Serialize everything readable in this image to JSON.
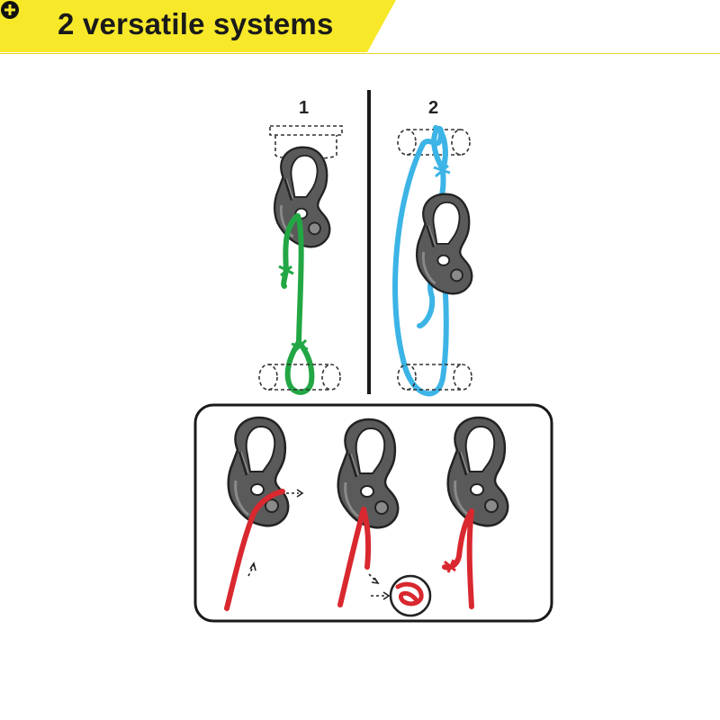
{
  "banner": {
    "title": "2 versatile systems",
    "icon": "plus-circle-icon",
    "background_color": "#f7e82a"
  },
  "systems": [
    {
      "number": "1",
      "cord_color": "#22a744"
    },
    {
      "number": "2",
      "cord_color": "#3cb4e6"
    }
  ],
  "steps_panel": {
    "cord_color": "#d9282f",
    "steps": 3
  },
  "colors": {
    "hook": "#5a5a5a",
    "hook_light": "#8a8a8a",
    "outline": "#222222"
  }
}
